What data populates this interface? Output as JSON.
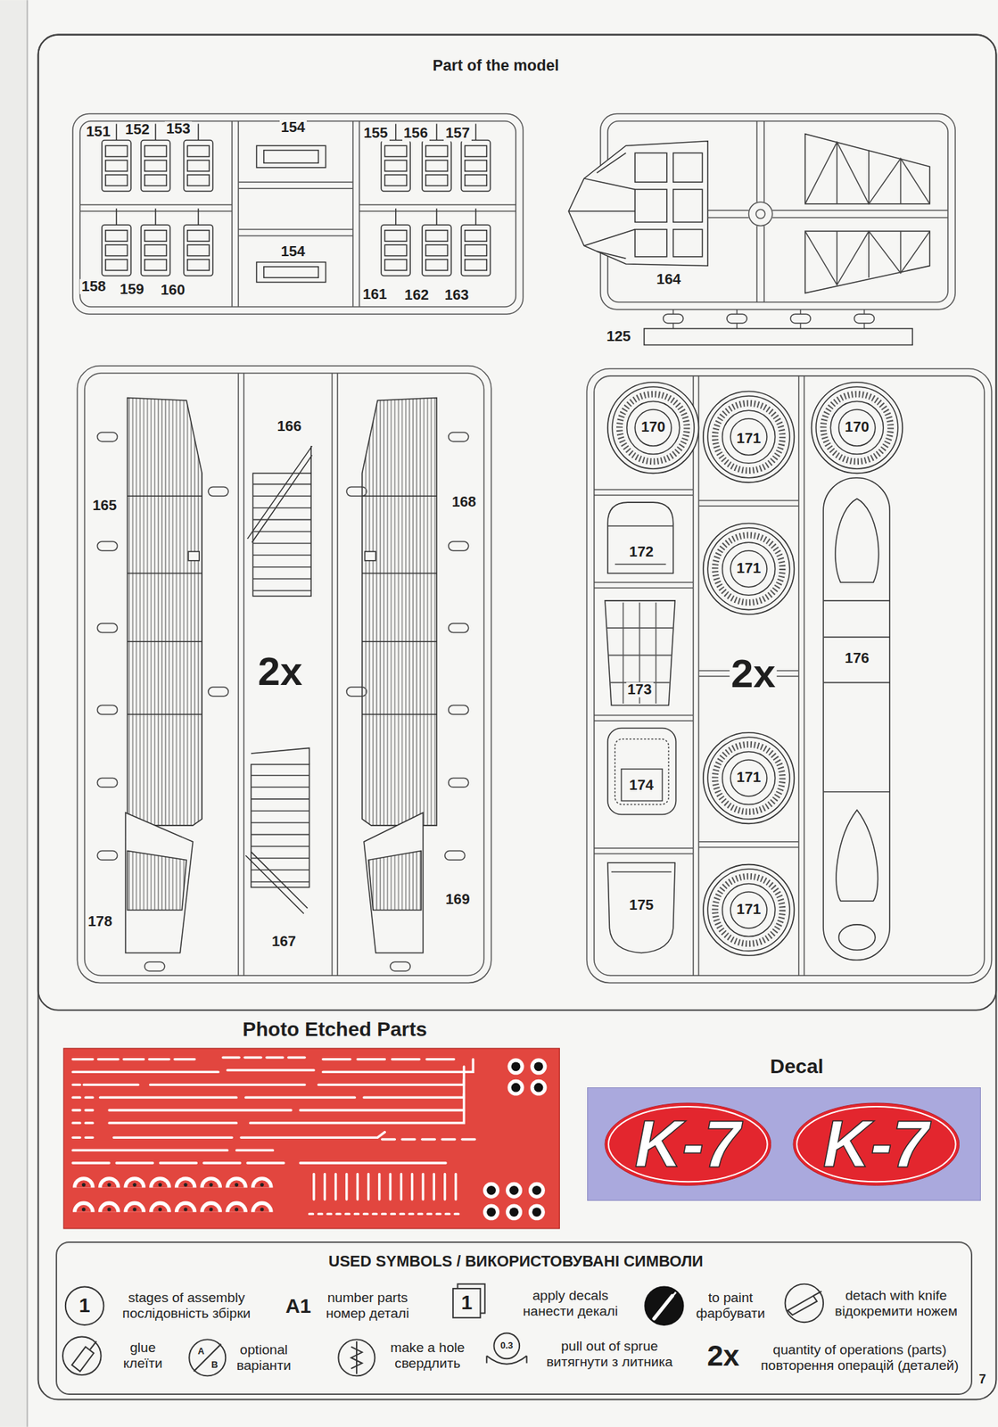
{
  "diagram": {
    "title": "Part of the model",
    "nodes": [
      {
        "text": [
          "Photo Etched Parts"
        ]
      },
      {
        "text": [
          "Decal"
        ]
      },
      {
        "text": [
          "K-7"
        ],
        "in": 1
      },
      {
        "text": [
          "K-7"
        ],
        "in": 1
      }
    ],
    "labels": [
      "151",
      "152",
      "153",
      "154",
      "155",
      "156",
      "157",
      "158",
      "159",
      "160",
      "154",
      "161",
      "162",
      "163",
      "164",
      "125",
      "165",
      "166",
      "168",
      "2x",
      "178",
      "167",
      "169",
      "170",
      "171",
      "170",
      "172",
      "171",
      "173",
      "2x",
      "176",
      "174",
      "171",
      "175",
      "171",
      "USED SYMBOLS / ВИКОРИСТОВУВАНІ СИМВОЛИ",
      "1",
      "A1",
      "1",
      "A",
      "B",
      "0.3",
      "2x",
      "7"
    ],
    "legend": [
      {
        "text": "stages of assembly послідовність збірки"
      },
      {
        "text": "number parts номер деталі"
      },
      {
        "text": "apply decals нанести декалі"
      },
      {
        "text": "to paint фарбувати"
      },
      {
        "text": "detach with knife відокремити ножем"
      },
      {
        "text": "glue клеїти"
      },
      {
        "text": "optional варіанти"
      },
      {
        "text": "make a hole свердлить"
      },
      {
        "text": "pull out of sprue витягнути з литника"
      },
      {
        "text": "quantity of operations (parts) повторення операцій (деталей)"
      }
    ]
  }
}
